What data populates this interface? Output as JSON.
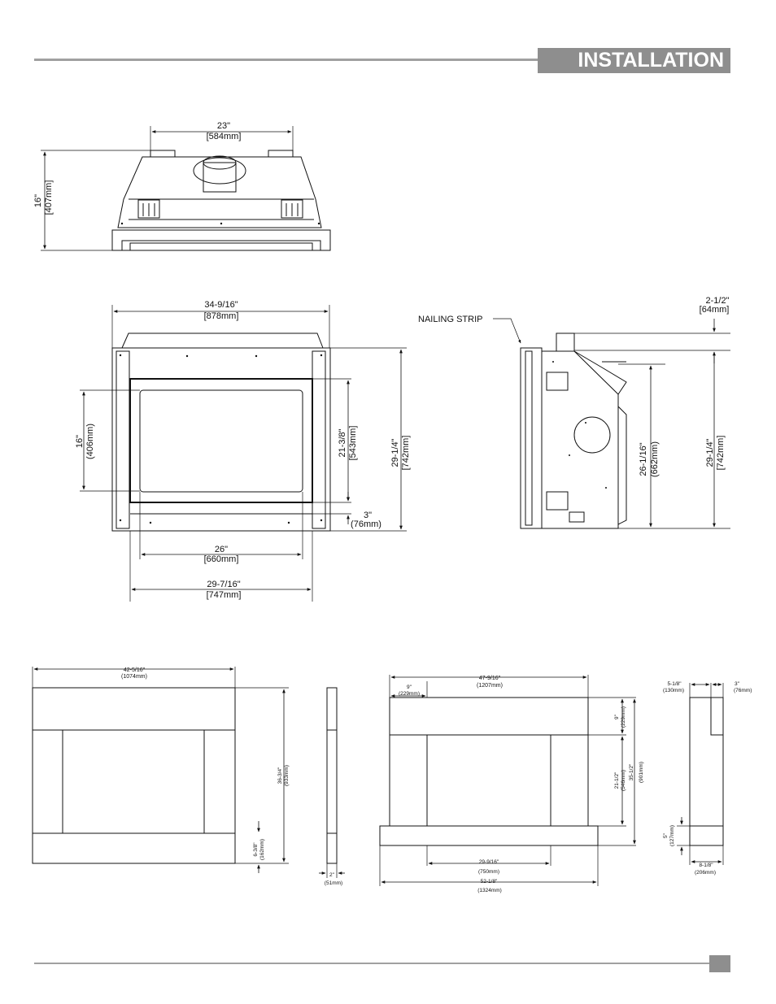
{
  "header": {
    "title": "INSTALLATION"
  },
  "top_view": {
    "width_in": "23\"",
    "width_mm": "[584mm]",
    "depth_in": "16\"",
    "depth_mm": "[407mm]"
  },
  "front_view": {
    "overall_width_in": "34-9/16\"",
    "overall_width_mm": "[878mm]",
    "opening_height_in": "16\"",
    "opening_height_mm": "(406mm)",
    "glass_height_in": "21-3/8\"",
    "glass_height_mm": "[543mm]",
    "overall_height_in": "29-1/4\"",
    "overall_height_mm": "[742mm]",
    "base_in": "3\"",
    "base_mm": "(76mm)",
    "opening_width_in": "26\"",
    "opening_width_mm": "[660mm]",
    "frame_width_in": "29-7/16\"",
    "frame_width_mm": "[747mm]"
  },
  "side_view": {
    "nailing_strip": "NAILING STRIP",
    "top_offset_in": "2-1/2\"",
    "top_offset_mm": "[64mm]",
    "inner_height_in": "26-1/16\"",
    "inner_height_mm": "(662mm)",
    "overall_height_in": "29-1/4\"",
    "overall_height_mm": "[742mm]"
  },
  "mantel_a": {
    "width_in": "42-5/16\"",
    "width_mm": "(1074mm)",
    "height_in": "36-3/4\"",
    "height_mm": "(933mm)",
    "base_in": "6-3/8\"",
    "base_mm": "(162mm)",
    "depth_in": "2\"",
    "depth_mm": "(51mm)"
  },
  "mantel_b": {
    "top_width_in": "47-9/16\"",
    "top_width_mm": "(1207mm)",
    "leg_in": "9\"",
    "leg_mm": "(229mm)",
    "top_band_in": "9\"",
    "top_band_mm": "(229mm)",
    "mid_in": "21-1/2\"",
    "mid_mm": "(546mm)",
    "total_in": "35-1/2\"",
    "total_mm": "(901mm)",
    "opening_in": "29-9/16\"",
    "opening_mm": "(750mm)",
    "hearth_in": "52-1/8\"",
    "hearth_mm": "(1324mm)"
  },
  "mantel_b_side": {
    "top_depth_in": "5-1/8\"",
    "top_depth_mm": "(130mm)",
    "side_in": "3\"",
    "side_mm": "(76mm)",
    "hearth_h_in": "5\"",
    "hearth_h_mm": "(127mm)",
    "hearth_d_in": "8-1/8\"",
    "hearth_d_mm": "(206mm)"
  }
}
